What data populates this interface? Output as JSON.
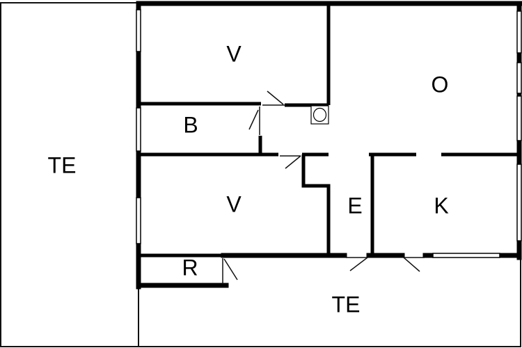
{
  "rooms": {
    "terrace_west": "TE",
    "bedroom_top": "V",
    "living": "O",
    "bathroom": "B",
    "bedroom_bottom": "V",
    "entrance": "E",
    "kitchen": "K",
    "utility": "R",
    "terrace_south": "TE"
  },
  "fixtures": {
    "stove_icon": "stove-icon"
  }
}
